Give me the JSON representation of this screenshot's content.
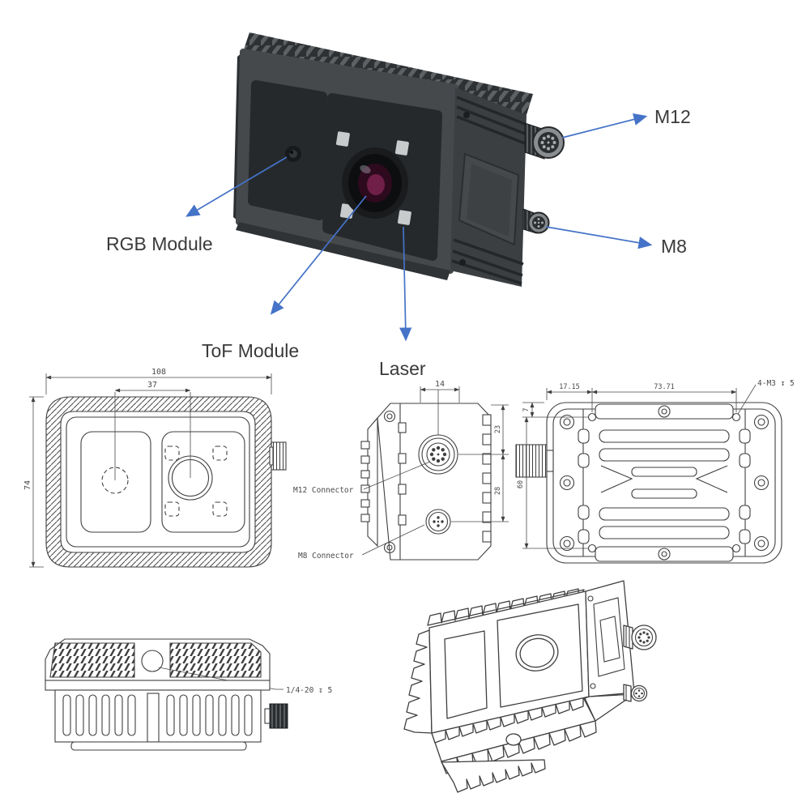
{
  "colors": {
    "accent_blue": "#4573C8",
    "line_ink": "#3F3F3F",
    "body_gray": "#45494C",
    "panel_dark": "#26292C"
  },
  "hero": {
    "m12": "M12",
    "m8": "M8",
    "rgb_module": "RGB Module",
    "tof_module": "ToF Module",
    "laser": "Laser"
  },
  "front_view": {
    "width": "108",
    "lens_offset": "37",
    "height": "74"
  },
  "side_view": {
    "depth_offset": "14",
    "m12_offset": "23",
    "connector_gap": "28",
    "m12_connector": "M12 Connector",
    "m8_connector": "M8 Connector"
  },
  "back_view": {
    "hole_edge_offset": "17.15",
    "hole_span": "73.71",
    "top_offset": "7",
    "hole_height": "60",
    "thread_callout": "4-M3 ↧ 5"
  },
  "bottom_view": {
    "tripod_thread": "1/4-20 ↧ 5"
  }
}
